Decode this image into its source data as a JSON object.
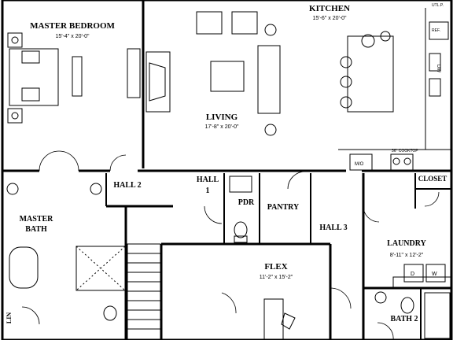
{
  "rooms": {
    "master_bedroom": {
      "name": "MASTER BEDROOM",
      "dim": "15'-4\" x 20'-0\""
    },
    "kitchen": {
      "name": "KITCHEN",
      "dim": "15'-6\" x 20'-0\""
    },
    "living": {
      "name": "LIVING",
      "dim": "17'-8\" x 20'-0\""
    },
    "hall_2": {
      "name": "HALL 2"
    },
    "hall_1": {
      "name": "HALL",
      "num": "1"
    },
    "pdr": {
      "name": "PDR"
    },
    "pantry": {
      "name": "PANTRY"
    },
    "closet": {
      "name": "CLOSET"
    },
    "master_bath": {
      "line1": "MASTER",
      "line2": "BATH"
    },
    "hall_3": {
      "name": "HALL 3"
    },
    "laundry": {
      "name": "LAUNDRY",
      "dim": "8'-11\" x 12'-2\""
    },
    "flex": {
      "name": "FLEX",
      "dim": "11'-2\" x 15'-2\""
    },
    "bath_2": {
      "name": "BATH 2"
    },
    "lin": {
      "name": "LIN"
    }
  },
  "labels": {
    "util": "UTL.P.",
    "ref": "REF.",
    "dw": "DW",
    "mw": "M/O",
    "cooktop": "36\" COOKTOP",
    "dryer": "D",
    "washer": "W"
  }
}
